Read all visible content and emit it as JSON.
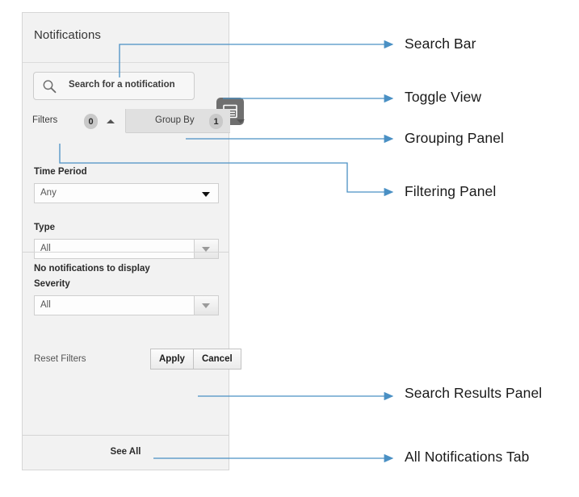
{
  "panel": {
    "title": "Notifications",
    "search": {
      "placeholder": "Search for a notification",
      "icon": "search-icon"
    },
    "toggle_view": {
      "icon": "list-view-icon"
    },
    "tabs": [
      {
        "label": "Filters",
        "badge": "0",
        "caret": "up",
        "active": true
      },
      {
        "label": "Group By",
        "badge": "1",
        "caret": "down",
        "active": false
      }
    ],
    "filters": {
      "fields": [
        {
          "label": "Time Period",
          "value": "Any",
          "control": "plain-caret"
        },
        {
          "label": "Type",
          "value": "All",
          "control": "button-caret"
        },
        {
          "label": "Severity",
          "value": "All",
          "control": "button-caret"
        }
      ],
      "reset_label": "Reset Filters",
      "apply_label": "Apply",
      "cancel_label": "Cancel"
    },
    "results": {
      "empty_text": "No notifications to display"
    },
    "footer": {
      "see_all_label": "See All"
    }
  },
  "annotations": [
    {
      "label": "Search Bar"
    },
    {
      "label": "Toggle View"
    },
    {
      "label": "Grouping Panel"
    },
    {
      "label": "Filtering Panel"
    },
    {
      "label": "Search Results Panel"
    },
    {
      "label": "All Notifications Tab"
    }
  ],
  "colors": {
    "leader": "#4a90c4",
    "panel_bg": "#f2f2f2",
    "toggle_bg": "#6f6f6f",
    "badge_bg": "#c9c9c9"
  }
}
